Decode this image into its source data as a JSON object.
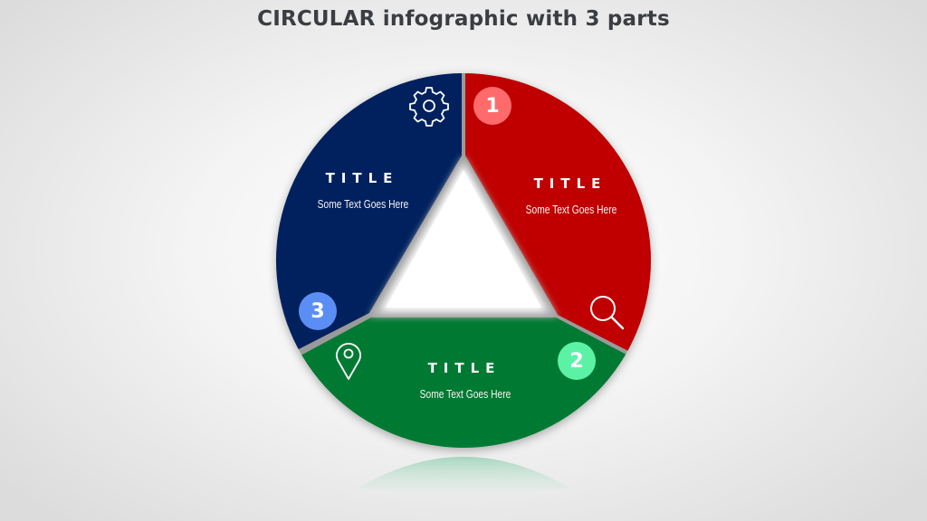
{
  "header": {
    "title": "CIRCULAR infographic with 3 parts"
  },
  "colors": {
    "segment_1": "#c00000",
    "segment_2": "#007a33",
    "segment_3": "#00215e",
    "badge_1": "#ff6b6b",
    "badge_2": "#5cf2a6",
    "badge_3": "#5b8ef5",
    "separator": "#9a9a9a"
  },
  "segments": [
    {
      "number": "1",
      "title": "TITLE",
      "text": "Some Text Goes Here",
      "icon": "magnifier-icon"
    },
    {
      "number": "2",
      "title": "TITLE",
      "text": "Some Text Goes Here",
      "icon": "location-pin-icon"
    },
    {
      "number": "3",
      "title": "TITLE",
      "text": "Some Text Goes Here",
      "icon": "gear-icon"
    }
  ]
}
